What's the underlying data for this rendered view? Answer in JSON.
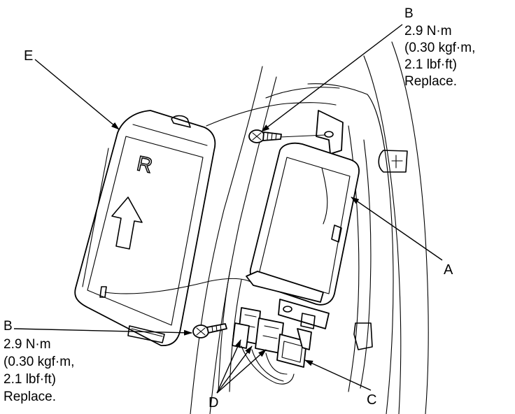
{
  "callouts": {
    "A": {
      "letter": "A"
    },
    "B_top": {
      "letter": "B",
      "torque_nm": "2.9 N·m",
      "torque_kgf": "(0.30 kgf·m,",
      "torque_lbf": "2.1 lbf·ft)",
      "note": "Replace."
    },
    "B_bottom": {
      "letter": "B",
      "torque_nm": "2.9 N·m",
      "torque_kgf": "(0.30 kgf·m,",
      "torque_lbf": "2.1 lbf·ft)",
      "note": "Replace."
    },
    "C": {
      "letter": "C"
    },
    "D": {
      "letter": "D"
    },
    "E": {
      "letter": "E"
    }
  },
  "cover_mark": "R"
}
